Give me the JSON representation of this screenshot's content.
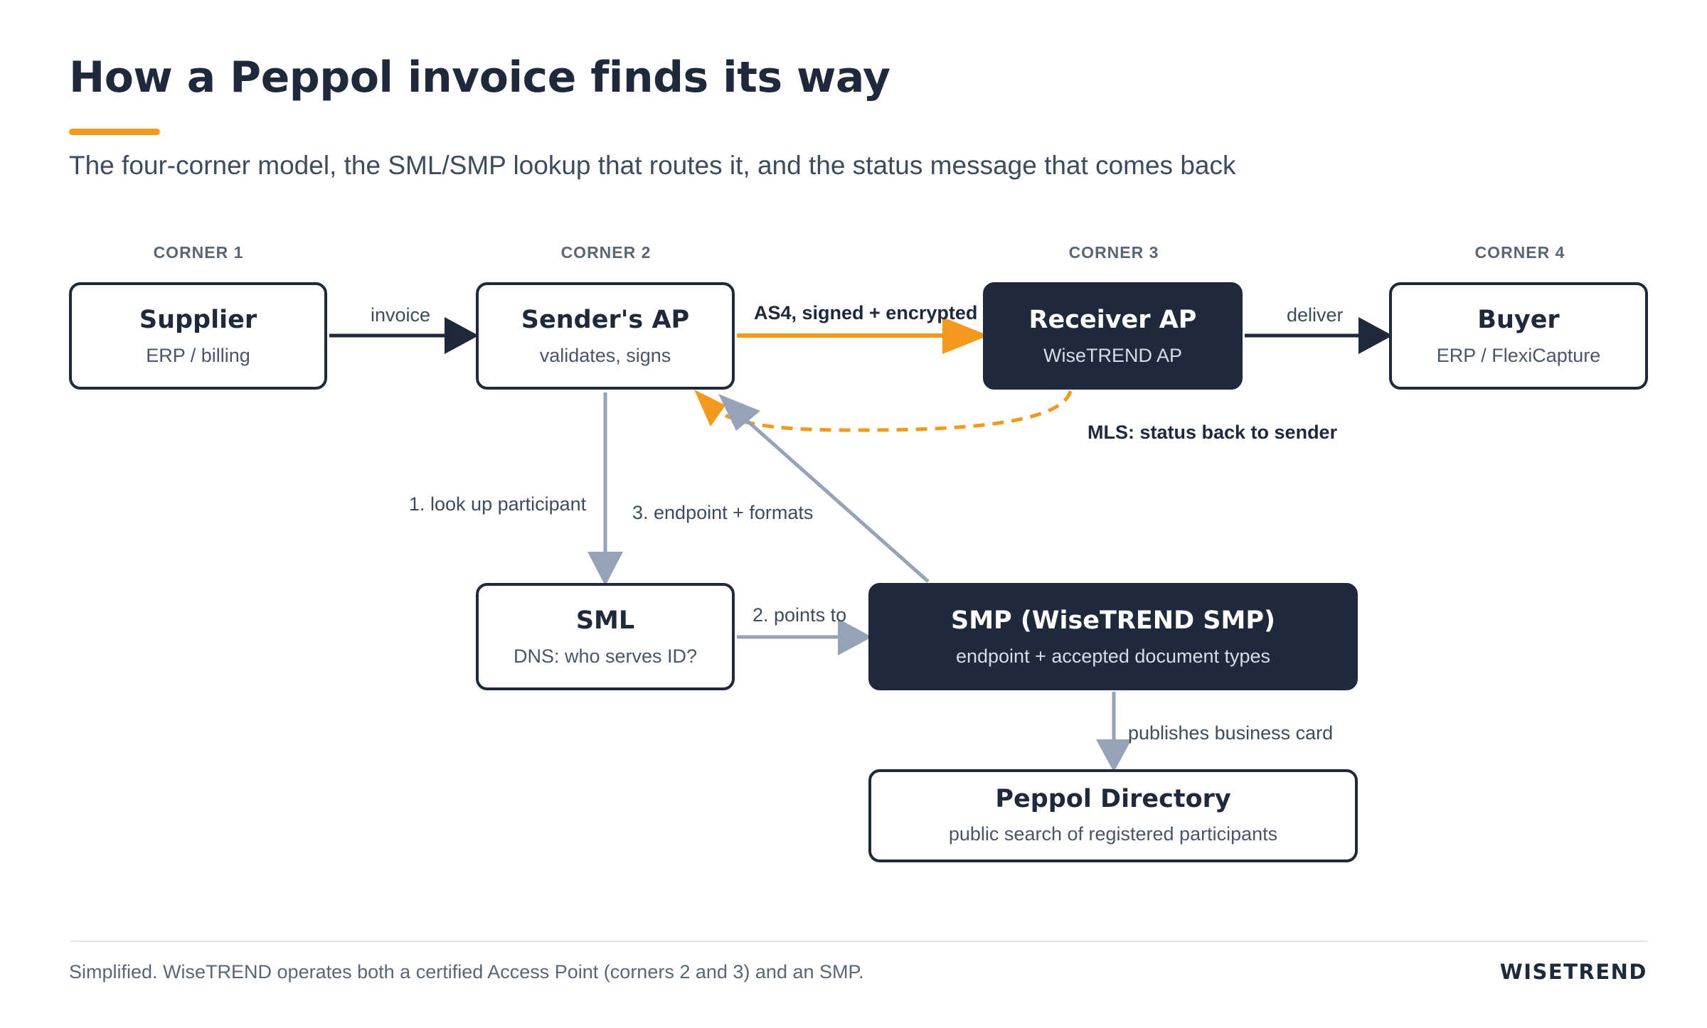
{
  "header": {
    "title": "How a Peppol invoice finds its way",
    "subtitle": "The four-corner model, the SML/SMP lookup that routes it, and the status message that comes back"
  },
  "corners": {
    "c1": "CORNER 1",
    "c2": "CORNER 2",
    "c3": "CORNER 3",
    "c4": "CORNER 4"
  },
  "nodes": {
    "supplier": {
      "title": "Supplier",
      "sub": "ERP / billing"
    },
    "senders_ap": {
      "title": "Sender's AP",
      "sub": "validates, signs"
    },
    "receiver_ap": {
      "title": "Receiver AP",
      "sub": "WiseTREND AP"
    },
    "buyer": {
      "title": "Buyer",
      "sub": "ERP / FlexiCapture"
    },
    "sml": {
      "title": "SML",
      "sub": "DNS: who serves ID?"
    },
    "smp": {
      "title": "SMP (WiseTREND SMP)",
      "sub": "endpoint + accepted document types"
    },
    "directory": {
      "title": "Peppol Directory",
      "sub": "public search of registered participants"
    }
  },
  "edges": {
    "invoice": "invoice",
    "as4": "AS4, signed + encrypted",
    "deliver": "deliver",
    "mls": "MLS: status back to sender",
    "lookup": "1. look up participant",
    "endpoint": "3. endpoint + formats",
    "points_to": "2. points to",
    "publishes": "publishes business card"
  },
  "footer": {
    "note": "Simplified. WiseTREND operates both a certified Access Point (corners 2 and 3) and an SMP.",
    "brand": "WISETREND"
  },
  "colors": {
    "navy": "#1e293b",
    "accent": "#f39a1e",
    "lookup_gray": "#94a3b8"
  }
}
